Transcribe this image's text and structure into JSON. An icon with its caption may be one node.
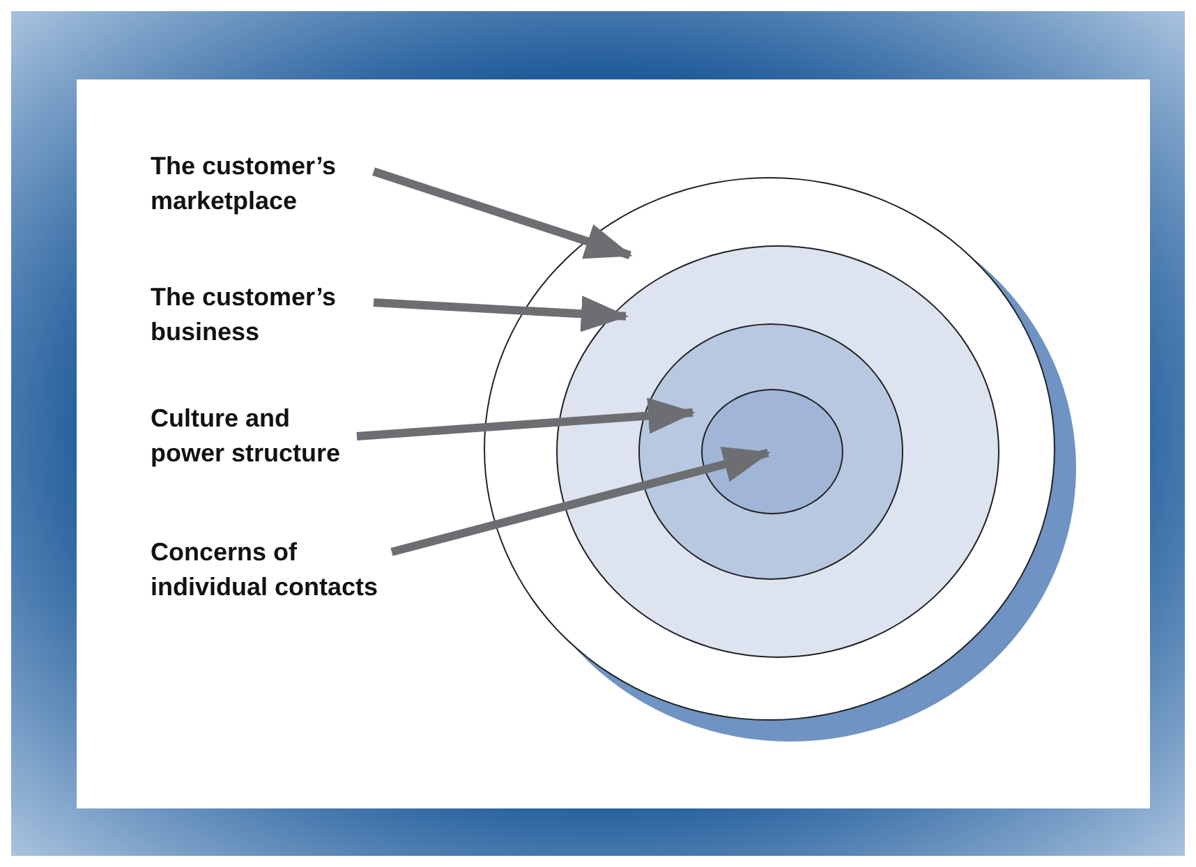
{
  "diagram": {
    "nodes": [
      {
        "text": [
          "The customer’s marketplace"
        ]
      },
      {
        "text": [
          "The customer’s business"
        ]
      },
      {
        "text": [
          "Culture and power structure"
        ]
      },
      {
        "text": [
          "Concerns of individual contacts"
        ]
      },
      {
        "text": [],
        "shape": "circle"
      },
      {
        "text": [],
        "shape": "circle",
        "in": 4
      },
      {
        "text": [],
        "shape": "circle",
        "in": 5
      },
      {
        "text": [],
        "shape": "circle",
        "in": 6
      }
    ],
    "edges": [
      {
        "from": 0,
        "to": 4,
        "arrow": "to"
      },
      {
        "from": 1,
        "to": 5,
        "arrow": "to"
      },
      {
        "from": 2,
        "to": 6,
        "arrow": "to"
      },
      {
        "from": 3,
        "to": 7,
        "arrow": "to"
      }
    ]
  }
}
